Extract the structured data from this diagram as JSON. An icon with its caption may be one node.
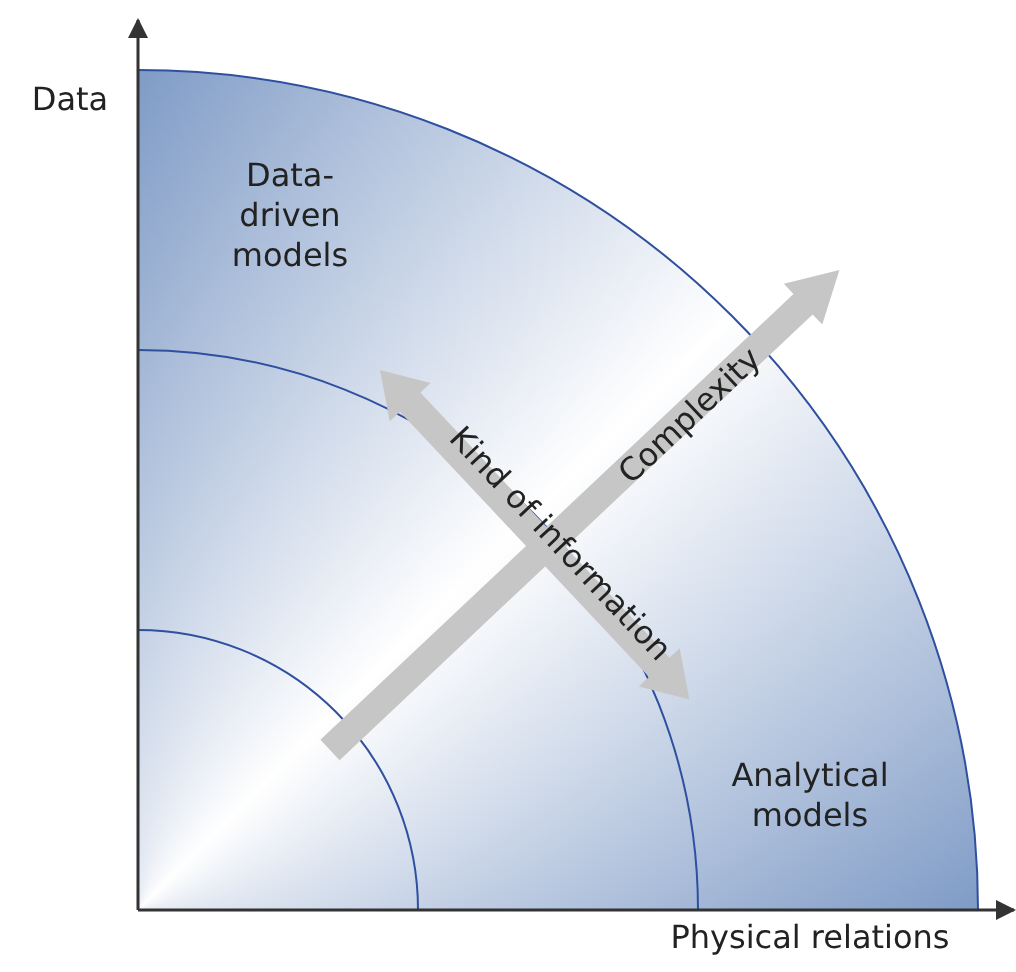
{
  "diagram": {
    "labels": [
      "Data",
      "Data-driven models",
      "Complexity",
      "Kind of information",
      "Analytical models",
      "Physical relations"
    ]
  }
}
